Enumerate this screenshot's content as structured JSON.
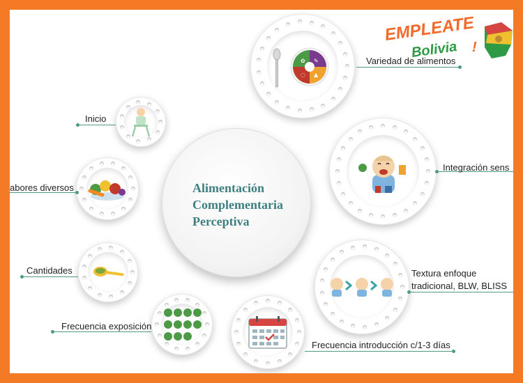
{
  "center": {
    "line1": "Alimentación",
    "line2": "Complementaria",
    "line3": "Perceptiva"
  },
  "nodes": {
    "variedad": "Variedad de alimentos",
    "integracion": "Integración sens",
    "textura_1": "Textura enfoque",
    "textura_2": "tradicional, BLW, BLISS",
    "frecuencia_intro": "Frecuencia introducción c/1-3 días",
    "frecuencia_expo": "Frecuencia exposición",
    "cantidades": "Cantidades",
    "sabores": "abores diversos",
    "inicio": "Inicio"
  },
  "logo": {
    "word1": "EMPLEATE",
    "word2": "Bolivia",
    "mark": "!"
  },
  "colors": {
    "border": "#f47a26",
    "accent": "#3f7f80",
    "line": "#4f9a86",
    "logo_orange": "#f26a2a",
    "logo_green": "#2e9a43"
  },
  "icons": {
    "variedad": "food-group-plate-icon",
    "integracion": "baby-eating-icon",
    "textura": "baby-progression-icon",
    "frecuencia_intro": "calendar-icon",
    "frecuencia_expo": "broccoli-grid-icon",
    "cantidades": "spoon-icon",
    "sabores": "vegetables-plate-icon",
    "inicio": "high-chair-baby-icon"
  }
}
